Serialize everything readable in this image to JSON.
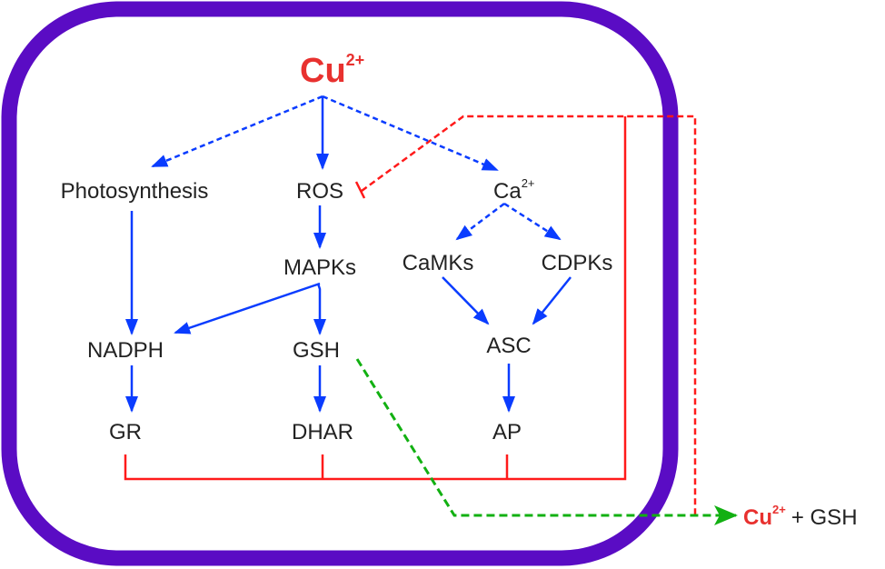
{
  "colors": {
    "membrane": "#5a0cc4",
    "activation": "#0a3cff",
    "inhibition": "#ff1a1a",
    "export": "#12b012",
    "copper": "#e8312f"
  },
  "nodes": {
    "copper": {
      "base": "Cu",
      "charge": "2+"
    },
    "photosynthesis": "Photosynthesis",
    "ros": "ROS",
    "calcium": {
      "base": "Ca",
      "charge": "2+"
    },
    "mapks": "MAPKs",
    "camks": "CaMKs",
    "cdpks": "CDPKs",
    "nadph": "NADPH",
    "gsh": "GSH",
    "asc": "ASC",
    "gr": "GR",
    "dhar": "DHAR",
    "ap": "AP"
  },
  "output": {
    "copper": "Cu",
    "charge": "2+",
    "rest": "+ GSH"
  }
}
